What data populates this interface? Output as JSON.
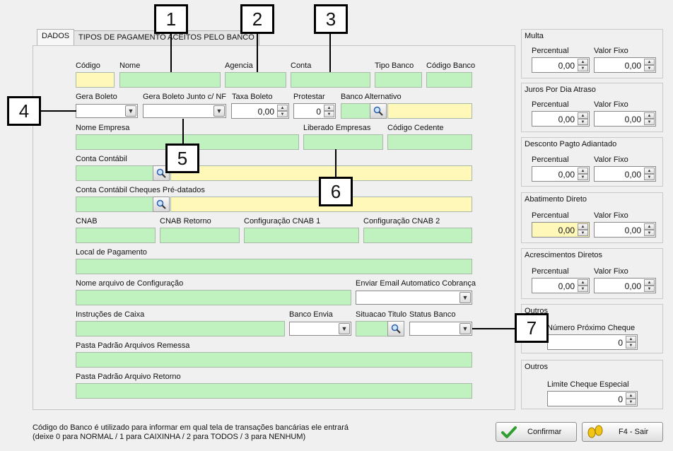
{
  "tabs": [
    {
      "label": "DADOS"
    },
    {
      "label": "TIPOS DE PAGAMENTO ACEITOS PELO BANCO"
    }
  ],
  "fields": {
    "codigo": "Código",
    "nome": "Nome",
    "agencia": "Agencia",
    "conta": "Conta",
    "tipo_banco": "Tipo Banco",
    "codigo_banco": "Código Banco",
    "gera_boleto": "Gera Boleto",
    "gera_boleto_nf": "Gera Boleto Junto c/ NF",
    "taxa_boleto": "Taxa Boleto",
    "taxa_boleto_value": "0,00",
    "protestar": "Protestar",
    "protestar_value": "0",
    "banco_alternativo": "Banco Alternativo",
    "nome_empresa": "Nome Empresa",
    "liberado_empresas": "Liberado Empresas",
    "codigo_cedente": "Código Cedente",
    "conta_contabil": "Conta Contábil",
    "conta_contabil_cheques": "Conta Contábil Cheques Pré-datados",
    "cnab": "CNAB",
    "cnab_retorno": "CNAB Retorno",
    "config_cnab1": "Configuração CNAB 1",
    "config_cnab2": "Configuração CNAB 2",
    "local_pagamento": "Local de Pagamento",
    "nome_arquivo_config": "Nome arquivo de Configuração",
    "enviar_email": "Enviar Email Automatico Cobrança",
    "instrucoes_caixa": "Instruções de Caixa",
    "banco_envia": "Banco Envia",
    "situacao_titulo": "Situacao Titulo",
    "status_banco": "Status Banco",
    "pasta_remessa": "Pasta Padrão Arquivos Remessa",
    "pasta_retorno": "Pasta Padrão Arquivo Retorno"
  },
  "side": {
    "percentual": "Percentual",
    "valor_fixo": "Valor Fixo",
    "zero": "0,00",
    "groups": [
      {
        "title": "Multa"
      },
      {
        "title": "Juros Por Dia Atraso"
      },
      {
        "title": "Desconto Pagto Adiantado"
      },
      {
        "title": "Abatimento Direto"
      },
      {
        "title": "Acrescimentos Diretos"
      }
    ],
    "outros1_title": "Outros",
    "numero_cheque": "Número Próximo Cheque",
    "numero_cheque_value": "0",
    "outros2_title": "Outros",
    "limite_cheque": "Limite Cheque Especial",
    "limite_cheque_value": "0"
  },
  "footer": {
    "hint1": "Código do Banco é utilizado para informar em qual tela de transações bancárias ele entrará",
    "hint2": "(deixe 0 para NORMAL / 1 para CAIXINHA / 2 para TODOS / 3 para NENHUM)",
    "confirm": "Confirmar",
    "exit": "F4 - Sair"
  },
  "callouts": [
    "1",
    "2",
    "3",
    "4",
    "5",
    "6",
    "7"
  ],
  "colors": {
    "field_green": "#bff2bf",
    "field_yellow": "#fff8b8"
  }
}
